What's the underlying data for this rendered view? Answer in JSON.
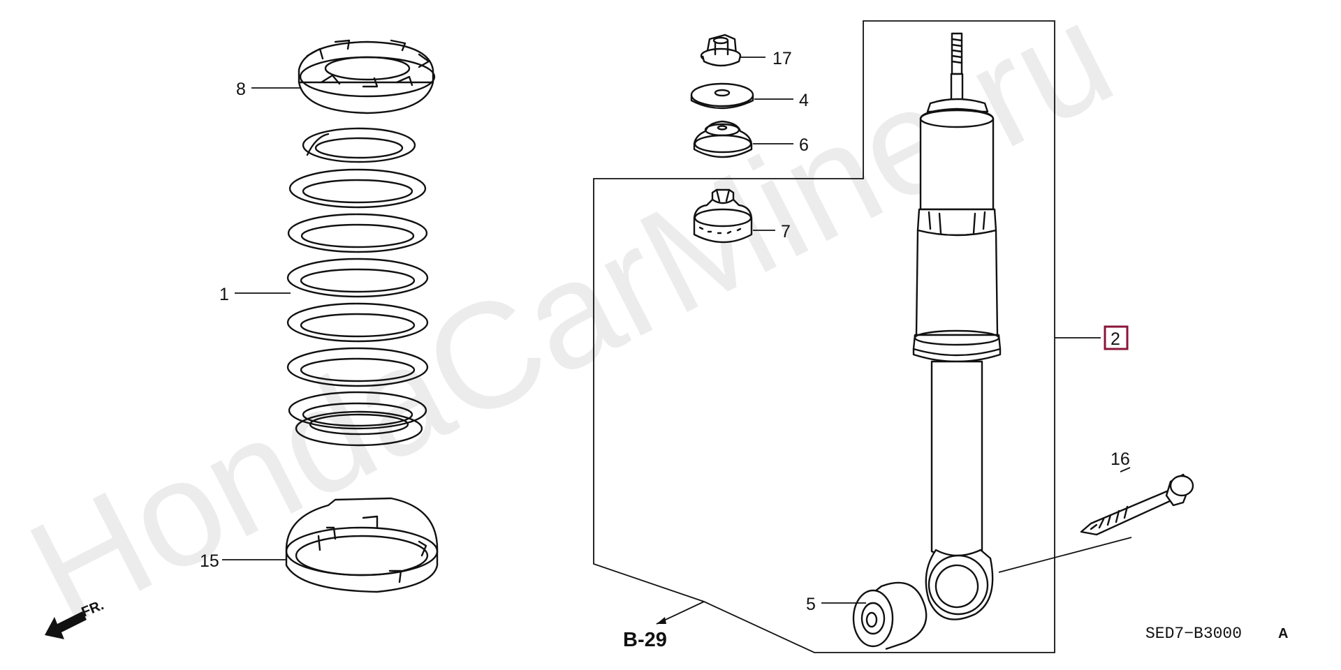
{
  "watermark": "HondaCarMine.ru",
  "diagram_code": "SED7−B3000",
  "diagram_code_suffix": "A",
  "reference": "B-29",
  "direction_label": "FR.",
  "callouts": {
    "p1": "1",
    "p2": "2",
    "p4": "4",
    "p5": "5",
    "p6": "6",
    "p7": "7",
    "p8": "8",
    "p15": "15",
    "p16": "16",
    "p17": "17"
  },
  "colors": {
    "line": "#111111",
    "highlight_box": "#8a1538",
    "watermark": "#ececec"
  }
}
